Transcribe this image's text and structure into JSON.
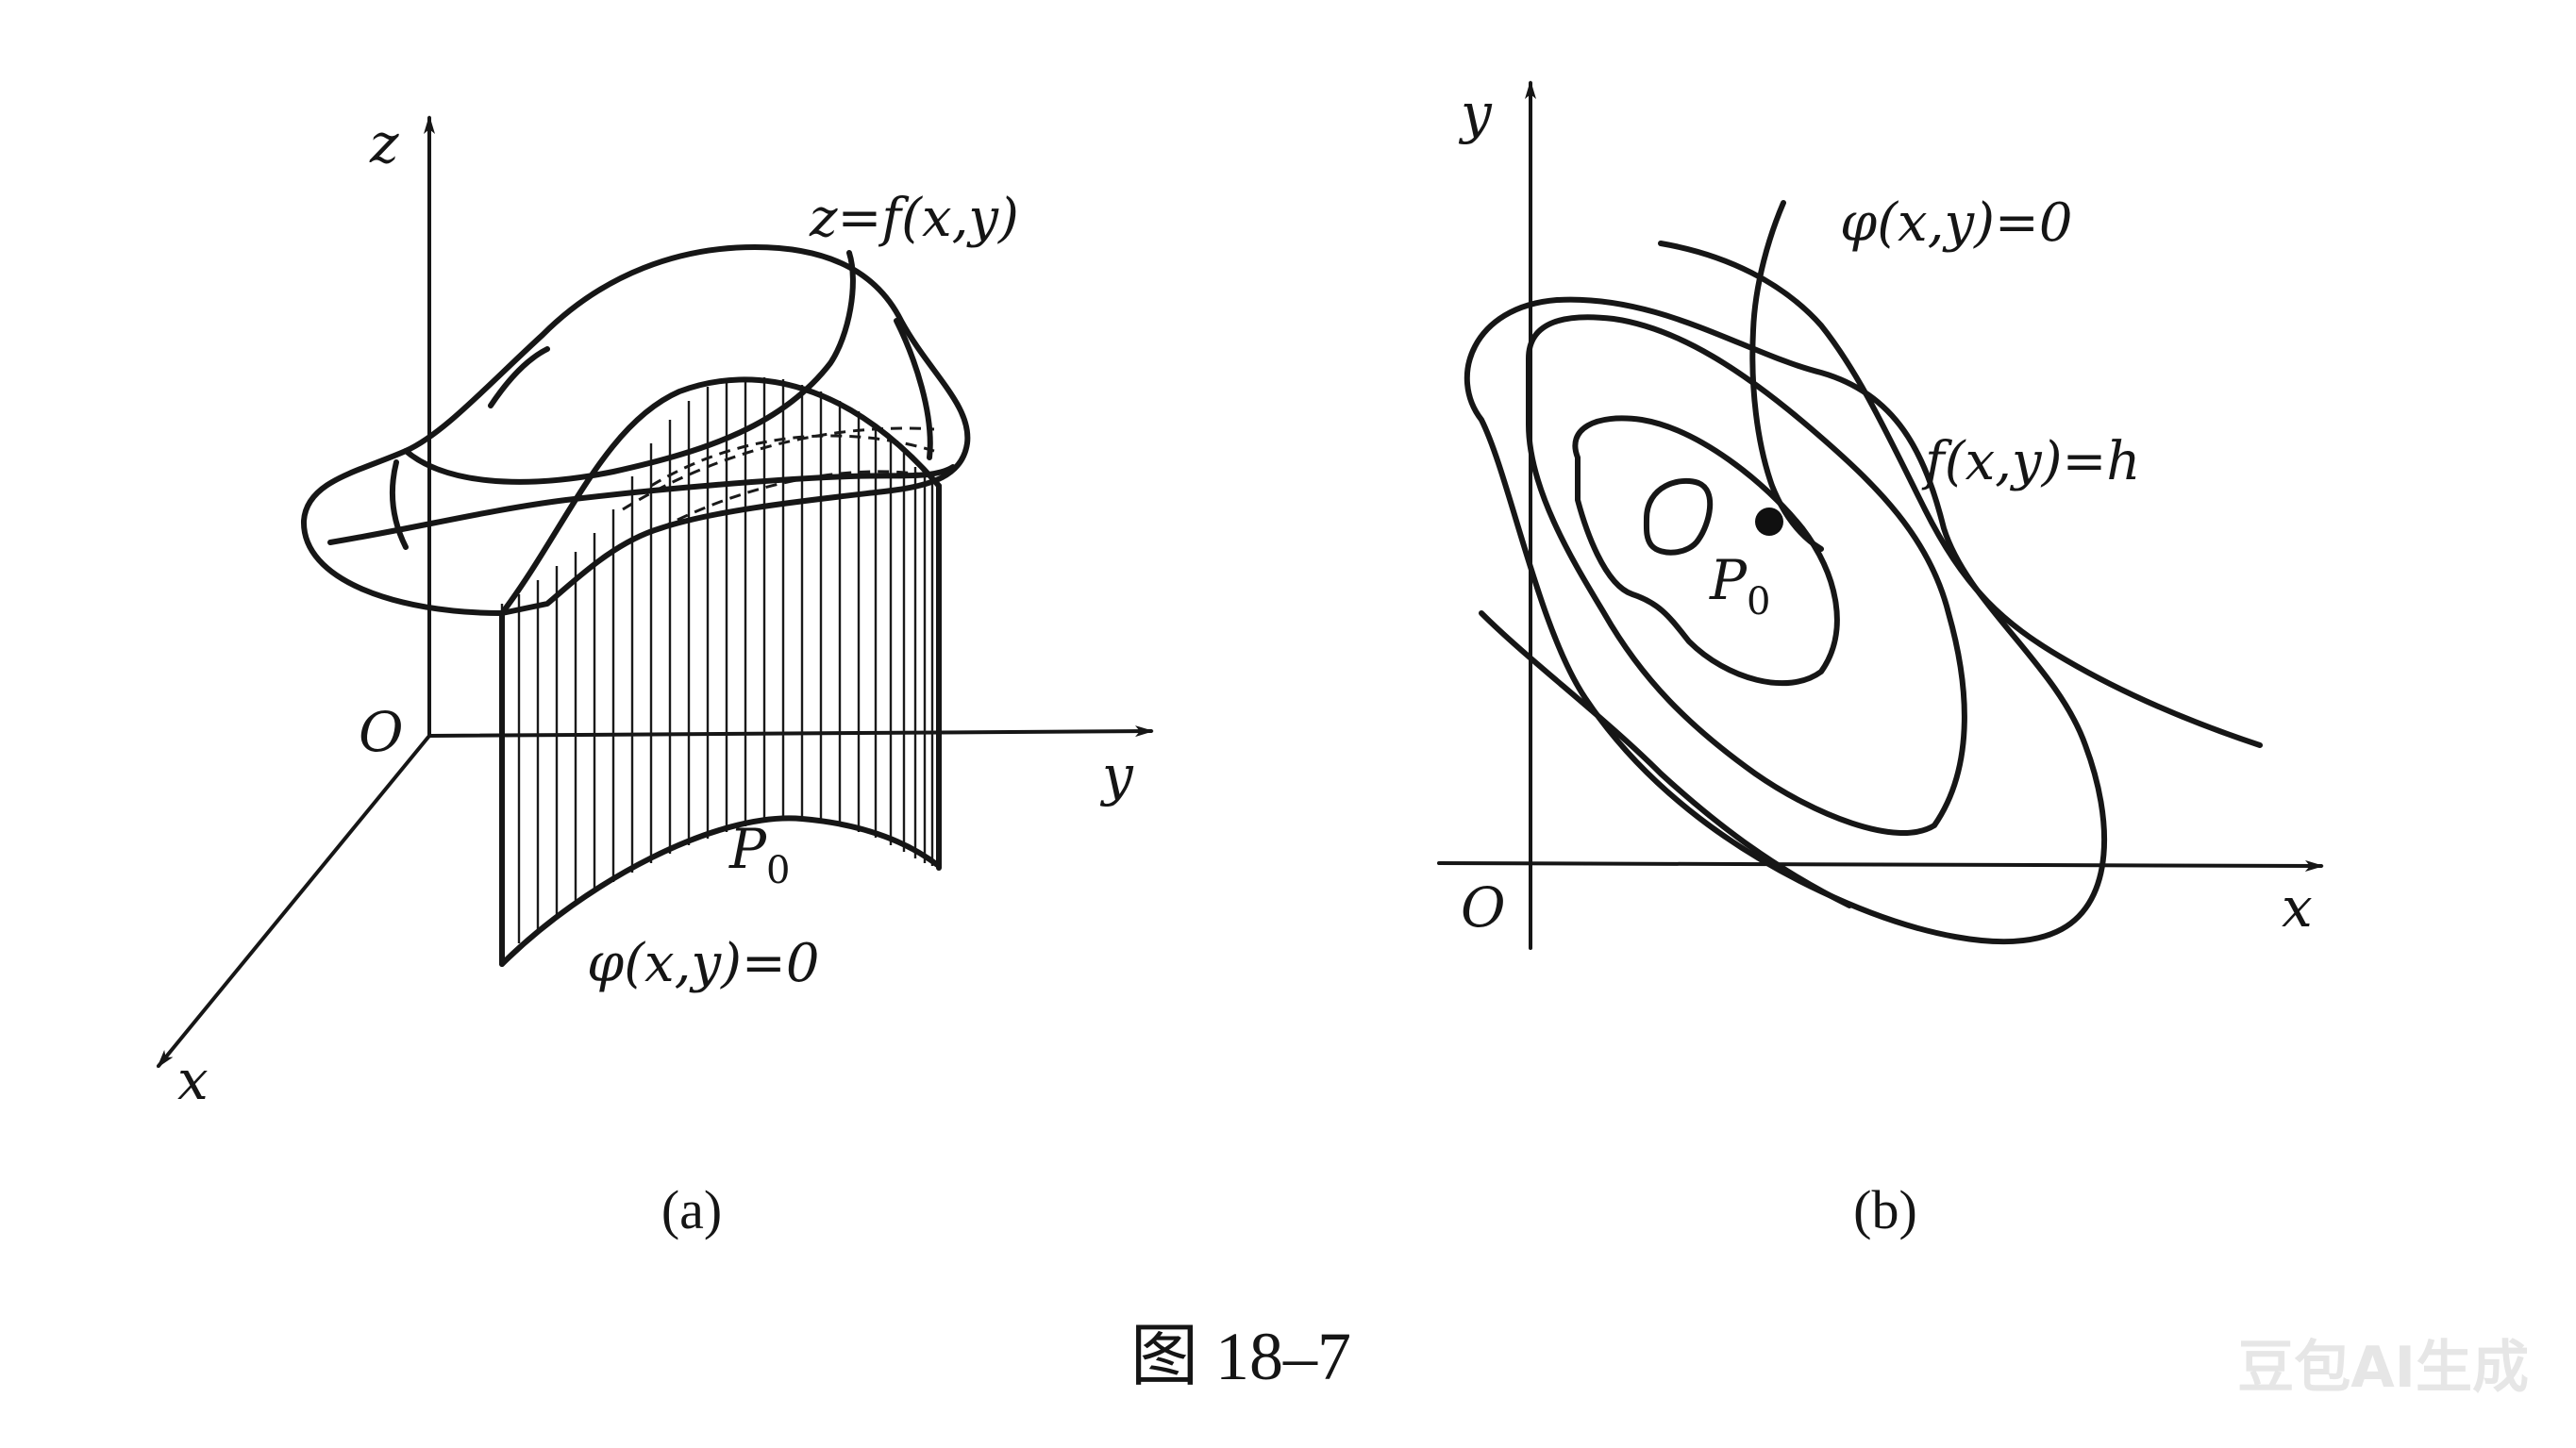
{
  "figure_caption": "图 18–7",
  "watermark": "豆包AI生成",
  "panel_a": {
    "label": "(a)",
    "axis_z": "z",
    "axis_y": "y",
    "axis_x": "x",
    "origin": "O",
    "surface_label": "z=f(x,y)",
    "point_label": "P",
    "point_subscript": "0",
    "constraint_label": "φ(x,y)=0"
  },
  "panel_b": {
    "label": "(b)",
    "axis_y": "y",
    "axis_x": "x",
    "origin": "O",
    "constraint_label": "φ(x,y)=0",
    "level_label": "f(x,y)=h",
    "point_label": "P",
    "point_subscript": "0"
  }
}
